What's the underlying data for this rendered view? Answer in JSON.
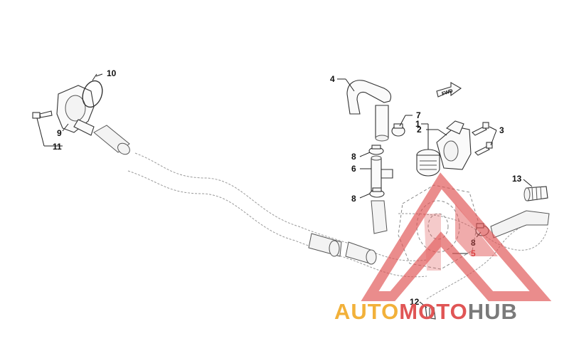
{
  "callouts": {
    "c1": "1",
    "c2": "2",
    "c3": "3",
    "c4": "4",
    "c5": "5",
    "c6": "6",
    "c7": "7",
    "c8a": "8",
    "c8b": "8",
    "c8c": "8",
    "c9": "9",
    "c10": "10",
    "c11": "11",
    "c12": "12",
    "c13": "13"
  },
  "direction_label": "FWD",
  "watermark": {
    "part1": "AUTO",
    "part2": "MOTO",
    "part3": "HUB",
    "colors": {
      "orange": "#f2b13a",
      "red": "#e05555",
      "gray": "#7a7a7a"
    }
  }
}
